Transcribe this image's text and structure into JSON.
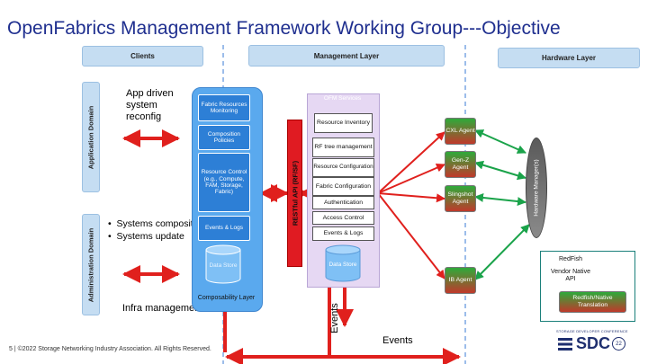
{
  "title": "OpenFabrics Management Framework Working Group---Objective",
  "layers": {
    "clients": "Clients",
    "management": "Management Layer",
    "hardware": "Hardware Layer"
  },
  "domains": {
    "application": "Application Domain",
    "administration": "Administration Domain"
  },
  "app_driven": "App driven system reconfig",
  "admin_bullets": [
    "Systems composition",
    "Systems update"
  ],
  "infra_management": "Infra management",
  "composability": {
    "boxes": [
      "Fabric Resources Monitoring",
      "Composition Policies",
      "Resource Control (e.g., Compute, FAM, Storage, Fabric)",
      "Events & Logs"
    ],
    "data_store": "Data Store",
    "label": "Composability Layer"
  },
  "restful_api": "RESTful API (RF/SF)",
  "ofm": {
    "title": "OFM Services",
    "items": [
      "Resource Inventory",
      "RF tree management",
      "Resource Configuration",
      "Fabric Configuration",
      "Authentication",
      "Access Control",
      "Events & Logs"
    ],
    "data_store": "Data Store"
  },
  "agents": [
    "CXL Agent",
    "Gen-Z Agent",
    "Slingshot Agent",
    "IB Agent"
  ],
  "hardware_managers": "Hardware Manager(s)",
  "events_vertical": "Events",
  "events_horizontal": "Events",
  "legend": {
    "redfish": "RedFish",
    "vendor": "Vendor Native API",
    "translation": "Redfish/Native Translation"
  },
  "footer": "5 | ©2022 Storage Networking Industry Association. All Rights Reserved.",
  "sdc_logo": {
    "tagline": "STORAGE DEVELOPER CONFERENCE",
    "name": "SDC",
    "year": "22"
  },
  "colors": {
    "title": "#1f2f8f",
    "redfish_arrow": "#e0201d",
    "vendor_arrow": "#1aa34a",
    "composability_bg": "#5aa9ee",
    "ofm_bg": "#e6d8f3",
    "api_bar": "#e01b22"
  }
}
